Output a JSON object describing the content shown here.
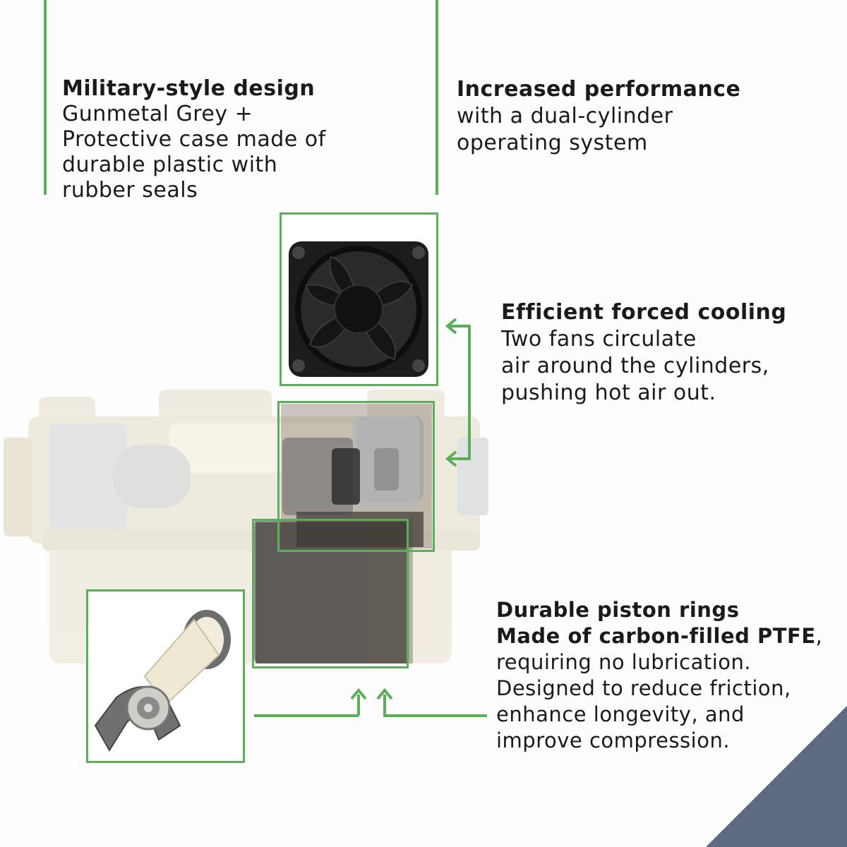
{
  "features": {
    "military": {
      "heading": "Military-style design",
      "lines": [
        "Gunmetal Grey +",
        "Protective case made of",
        "durable plastic with",
        "rubber seals"
      ]
    },
    "performance": {
      "heading": "Increased performance",
      "lines": [
        "with a dual-cylinder",
        "operating system"
      ]
    },
    "cooling": {
      "heading": "Efficient forced cooling",
      "lines": [
        "Two fans circulate",
        "air around the cylinders,",
        "pushing hot air out."
      ]
    },
    "piston": {
      "heading1": "Durable piston rings",
      "heading2": "Made of carbon-filled PTFE",
      "heading2_suffix": ",",
      "lines": [
        "requiring no lubrication.",
        "Designed to reduce friction,",
        "enhance longevity, and",
        "improve compression."
      ]
    }
  },
  "colors": {
    "accent": "#5cad5c",
    "corner": "#5d6a80",
    "case": "#e9e2cf"
  },
  "icons": [
    "cooling-fan-image",
    "compressor-case-image",
    "piston-image",
    "arrow-up-icon",
    "arrow-left-icon"
  ]
}
